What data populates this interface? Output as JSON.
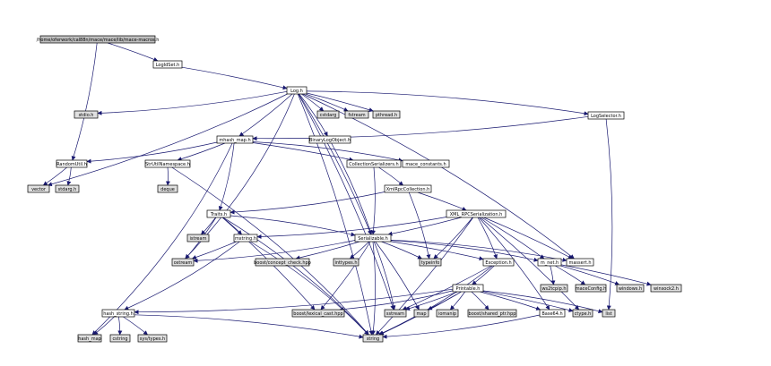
{
  "colors": {
    "edge": "#191970",
    "boxed_fill": "#ffffff",
    "root_fill": "#bfbfbf",
    "plain_fill": "#e0e0e0"
  },
  "nodes": [
    {
      "id": "root",
      "label": "/home/oferwork/cal88n/mace/mace/lib/mace-macros.h",
      "kind": "root"
    },
    {
      "id": "LogIdSet",
      "label": "LogIdSet.h",
      "kind": "boxed"
    },
    {
      "id": "Log",
      "label": "Log.h",
      "kind": "boxed"
    },
    {
      "id": "stdio",
      "label": "stdio.h",
      "kind": "plain"
    },
    {
      "id": "cstdarg",
      "label": "cstdarg",
      "kind": "plain"
    },
    {
      "id": "fstream",
      "label": "fstream",
      "kind": "plain"
    },
    {
      "id": "pthread",
      "label": "pthread.h",
      "kind": "plain"
    },
    {
      "id": "LogSelector",
      "label": "LogSelector.h",
      "kind": "boxed"
    },
    {
      "id": "mhash_map",
      "label": "mhash_map.h",
      "kind": "boxed"
    },
    {
      "id": "BinaryLogObject",
      "label": "BinaryLogObject.h",
      "kind": "boxed"
    },
    {
      "id": "RandomUtil",
      "label": "RandomUtil.h",
      "kind": "boxed"
    },
    {
      "id": "StrUtilNamespace",
      "label": "StrUtilNamespace.h",
      "kind": "boxed"
    },
    {
      "id": "CollectionSerializers",
      "label": "CollectionSerializers.h",
      "kind": "boxed"
    },
    {
      "id": "mace_constants",
      "label": "mace_constants.h",
      "kind": "boxed"
    },
    {
      "id": "vector",
      "label": "vector",
      "kind": "plain"
    },
    {
      "id": "stdarg",
      "label": "stdarg.h",
      "kind": "plain"
    },
    {
      "id": "deque",
      "label": "deque",
      "kind": "plain"
    },
    {
      "id": "XmlRpcCollection",
      "label": "XmlRpcCollection.h",
      "kind": "boxed"
    },
    {
      "id": "Traits",
      "label": "Traits.h",
      "kind": "boxed"
    },
    {
      "id": "XML_RPCSerialization",
      "label": "XML_RPCSerialization.h",
      "kind": "boxed"
    },
    {
      "id": "istream",
      "label": "istream",
      "kind": "plain"
    },
    {
      "id": "mstring",
      "label": "mstring.h",
      "kind": "boxed"
    },
    {
      "id": "Serializable",
      "label": "Serializable.h",
      "kind": "boxed"
    },
    {
      "id": "ostream",
      "label": "ostream",
      "kind": "plain"
    },
    {
      "id": "concept_check",
      "label": "boost/concept_check.hpp",
      "kind": "plain"
    },
    {
      "id": "inttypes",
      "label": "inttypes.h",
      "kind": "plain"
    },
    {
      "id": "typeinfo",
      "label": "typeinfo",
      "kind": "plain"
    },
    {
      "id": "Exception",
      "label": "Exception.h",
      "kind": "boxed"
    },
    {
      "id": "m_net",
      "label": "m_net.h",
      "kind": "boxed"
    },
    {
      "id": "massert",
      "label": "massert.h",
      "kind": "boxed"
    },
    {
      "id": "ws2tcpip",
      "label": "ws2tcpip.h",
      "kind": "plain"
    },
    {
      "id": "maceConfig",
      "label": "maceConfig.h",
      "kind": "plain"
    },
    {
      "id": "windows",
      "label": "windows.h",
      "kind": "plain"
    },
    {
      "id": "winsock2",
      "label": "winsock2.h",
      "kind": "plain"
    },
    {
      "id": "Printable",
      "label": "Printable.h",
      "kind": "boxed"
    },
    {
      "id": "hash_string",
      "label": "hash_string.h",
      "kind": "boxed"
    },
    {
      "id": "lexical_cast",
      "label": "boost/lexical_cast.hpp",
      "kind": "plain"
    },
    {
      "id": "sstream",
      "label": "sstream",
      "kind": "plain"
    },
    {
      "id": "map",
      "label": "map",
      "kind": "plain"
    },
    {
      "id": "iomanip",
      "label": "iomanip",
      "kind": "plain"
    },
    {
      "id": "shared_ptr",
      "label": "boost/shared_ptr.hpp",
      "kind": "plain"
    },
    {
      "id": "Base64",
      "label": "Base64.h",
      "kind": "boxed"
    },
    {
      "id": "ctype",
      "label": "ctype.h",
      "kind": "plain"
    },
    {
      "id": "list",
      "label": "list",
      "kind": "plain"
    },
    {
      "id": "hash_map",
      "label": "hash_map",
      "kind": "plain"
    },
    {
      "id": "cstring",
      "label": "cstring",
      "kind": "plain"
    },
    {
      "id": "sys_types",
      "label": "sys/types.h",
      "kind": "plain"
    },
    {
      "id": "string",
      "label": "string",
      "kind": "plain"
    }
  ],
  "edges": [
    [
      "root",
      "LogIdSet"
    ],
    [
      "root",
      "RandomUtil"
    ],
    [
      "LogIdSet",
      "Log"
    ],
    [
      "Log",
      "stdio"
    ],
    [
      "Log",
      "cstdarg"
    ],
    [
      "Log",
      "fstream"
    ],
    [
      "Log",
      "pthread"
    ],
    [
      "Log",
      "LogSelector"
    ],
    [
      "Log",
      "mhash_map"
    ],
    [
      "Log",
      "BinaryLogObject"
    ],
    [
      "Log",
      "vector"
    ],
    [
      "Log",
      "ostream"
    ],
    [
      "Log",
      "Serializable"
    ],
    [
      "Log",
      "string"
    ],
    [
      "Log",
      "massert"
    ],
    [
      "Log",
      "sstream"
    ],
    [
      "LogSelector",
      "mhash_map"
    ],
    [
      "LogSelector",
      "list"
    ],
    [
      "mhash_map",
      "RandomUtil"
    ],
    [
      "mhash_map",
      "StrUtilNamespace"
    ],
    [
      "mhash_map",
      "CollectionSerializers"
    ],
    [
      "mhash_map",
      "mace_constants"
    ],
    [
      "mhash_map",
      "Traits"
    ],
    [
      "mhash_map",
      "hash_map"
    ],
    [
      "BinaryLogObject",
      "Serializable"
    ],
    [
      "RandomUtil",
      "vector"
    ],
    [
      "RandomUtil",
      "stdarg"
    ],
    [
      "StrUtilNamespace",
      "deque"
    ],
    [
      "StrUtilNamespace",
      "string"
    ],
    [
      "CollectionSerializers",
      "XmlRpcCollection"
    ],
    [
      "CollectionSerializers",
      "Serializable"
    ],
    [
      "XmlRpcCollection",
      "Traits"
    ],
    [
      "XmlRpcCollection",
      "XML_RPCSerialization"
    ],
    [
      "XmlRpcCollection",
      "typeinfo"
    ],
    [
      "Traits",
      "istream"
    ],
    [
      "Traits",
      "ostream"
    ],
    [
      "Traits",
      "mstring"
    ],
    [
      "Traits",
      "Serializable"
    ],
    [
      "Traits",
      "string"
    ],
    [
      "Traits",
      "lexical_cast"
    ],
    [
      "XML_RPCSerialization",
      "Serializable"
    ],
    [
      "XML_RPCSerialization",
      "mstring"
    ],
    [
      "XML_RPCSerialization",
      "m_net"
    ],
    [
      "XML_RPCSerialization",
      "Exception"
    ],
    [
      "XML_RPCSerialization",
      "massert"
    ],
    [
      "XML_RPCSerialization",
      "typeinfo"
    ],
    [
      "XML_RPCSerialization",
      "ctype"
    ],
    [
      "XML_RPCSerialization",
      "string"
    ],
    [
      "XML_RPCSerialization",
      "Base64"
    ],
    [
      "mstring",
      "hash_string"
    ],
    [
      "mstring",
      "ostream"
    ],
    [
      "mstring",
      "string"
    ],
    [
      "Serializable",
      "ostream"
    ],
    [
      "Serializable",
      "concept_check"
    ],
    [
      "Serializable",
      "inttypes"
    ],
    [
      "Serializable",
      "typeinfo"
    ],
    [
      "Serializable",
      "Exception"
    ],
    [
      "Serializable",
      "m_net"
    ],
    [
      "Serializable",
      "massert"
    ],
    [
      "Serializable",
      "string"
    ],
    [
      "Serializable",
      "sstream"
    ],
    [
      "Serializable",
      "lexical_cast"
    ],
    [
      "Serializable",
      "map"
    ],
    [
      "Exception",
      "Printable"
    ],
    [
      "Exception",
      "sstream"
    ],
    [
      "Exception",
      "string"
    ],
    [
      "m_net",
      "ws2tcpip"
    ],
    [
      "m_net",
      "maceConfig"
    ],
    [
      "m_net",
      "windows"
    ],
    [
      "m_net",
      "winsock2"
    ],
    [
      "Printable",
      "hash_string"
    ],
    [
      "Printable",
      "lexical_cast"
    ],
    [
      "Printable",
      "sstream"
    ],
    [
      "Printable",
      "map"
    ],
    [
      "Printable",
      "iomanip"
    ],
    [
      "Printable",
      "shared_ptr"
    ],
    [
      "Printable",
      "Base64"
    ],
    [
      "Printable",
      "ctype"
    ],
    [
      "Printable",
      "list"
    ],
    [
      "Printable",
      "string"
    ],
    [
      "Base64",
      "string"
    ],
    [
      "hash_string",
      "hash_map"
    ],
    [
      "hash_string",
      "cstring"
    ],
    [
      "hash_string",
      "sys_types"
    ],
    [
      "hash_string",
      "string"
    ]
  ]
}
